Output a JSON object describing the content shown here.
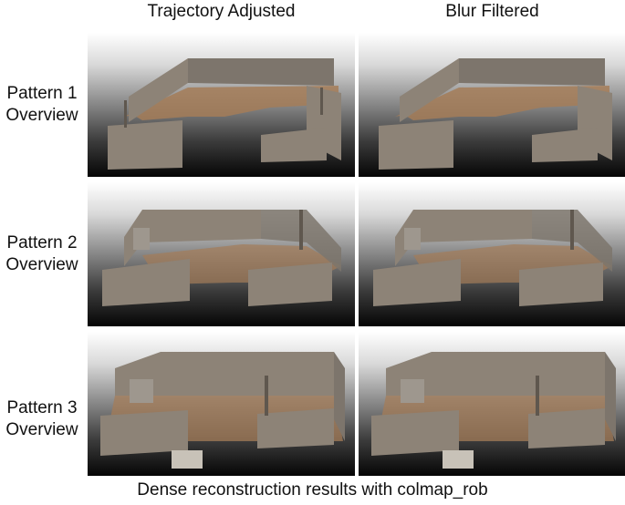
{
  "columns": [
    "Trajectory Adjusted",
    "Blur Filtered"
  ],
  "rows": [
    {
      "line1": "Pattern 1",
      "line2": "Overview"
    },
    {
      "line1": "Pattern 2",
      "line2": "Overview"
    },
    {
      "line1": "Pattern 3",
      "line2": "Overview"
    }
  ],
  "caption": "Dense reconstruction results with colmap_rob",
  "colors": {
    "wall": "#8d8377",
    "wall_dark": "#5f574e",
    "floor": "#a47c58",
    "background_top": "#ffffff",
    "background_bottom": "#050505"
  }
}
